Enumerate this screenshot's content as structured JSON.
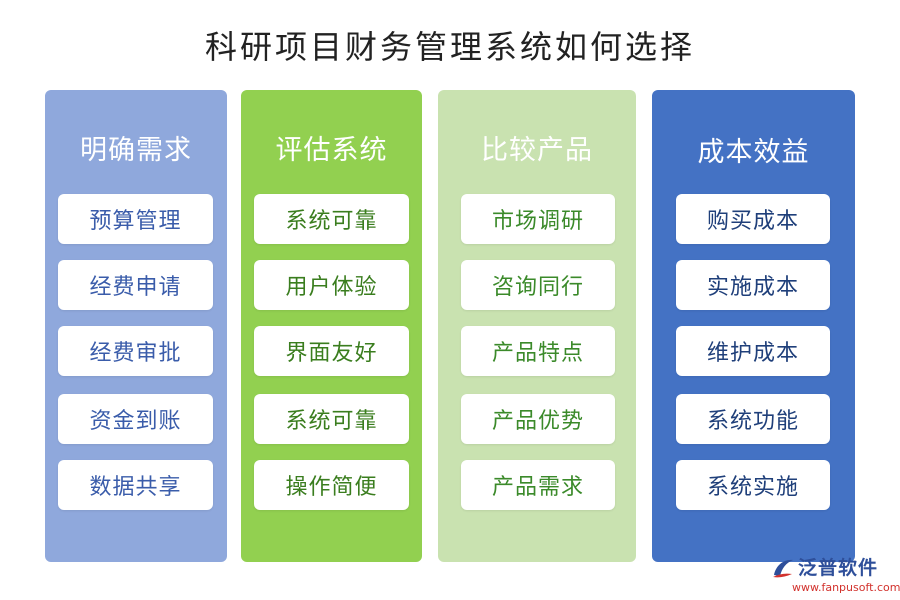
{
  "title": "科研项目财务管理系统如何选择",
  "columns": [
    {
      "header": "明确需求",
      "items": [
        "预算管理",
        "经费申请",
        "经费审批",
        "资金到账",
        "数据共享"
      ]
    },
    {
      "header": "评估系统",
      "items": [
        "系统可靠",
        "用户体验",
        "界面友好",
        "系统可靠",
        "操作简便"
      ]
    },
    {
      "header": "比较产品",
      "items": [
        "市场调研",
        "咨询同行",
        "产品特点",
        "产品优势",
        "产品需求"
      ]
    },
    {
      "header": "成本效益",
      "items": [
        "购买成本",
        "实施成本",
        "维护成本",
        "系统功能",
        "系统实施"
      ]
    }
  ],
  "logo": {
    "name": "泛普软件",
    "url": "www.fanpusoft.com"
  },
  "colors": {
    "column_1": "#8fa8dc",
    "column_2": "#92d050",
    "column_3": "#c9e2b0",
    "column_4": "#4472c4"
  }
}
